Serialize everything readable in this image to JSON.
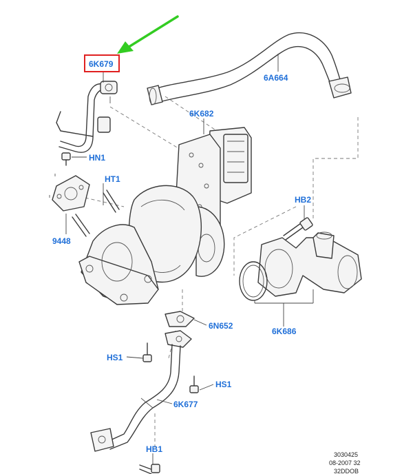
{
  "highlight_color": "#e02020",
  "arrow_color": "#33cc22",
  "label_color": "#1f6fd8",
  "labels": {
    "6K679": "6K679",
    "6A664": "6A664",
    "6K682": "6K682",
    "HN1": "HN1",
    "HT1": "HT1",
    "9448": "9448",
    "HB2": "HB2",
    "6K686": "6K686",
    "6N652": "6N652",
    "HS1_left": "HS1",
    "HS1_right": "HS1",
    "6K677": "6K677",
    "HB1": "HB1"
  },
  "footer": {
    "line1": "3030425",
    "line2": "08-2007 32",
    "line3": "32DDOB"
  }
}
